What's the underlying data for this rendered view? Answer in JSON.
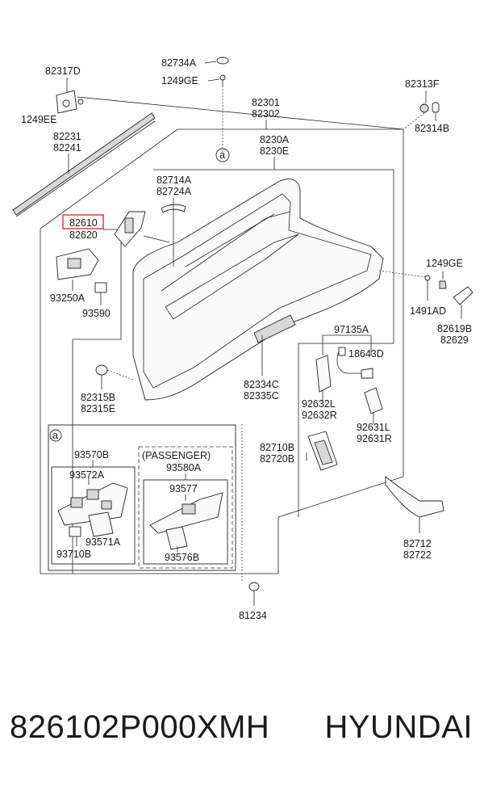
{
  "diagram": {
    "labels": {
      "p82317D": "82317D",
      "p1249EE": "1249EE",
      "p82231": "82231",
      "p82241": "82241",
      "p82734A": "82734A",
      "p1249GE_top": "1249GE",
      "p82301": "82301",
      "p82302": "82302",
      "p82313F": "82313F",
      "p82314B": "82314B",
      "p8230A": "8230A",
      "p8230E": "8230E",
      "p82714A": "82714A",
      "p82724A": "82724A",
      "p82610": "82610",
      "p82620": "82620",
      "p93250A": "93250A",
      "p93590": "93590",
      "p1249GE_right": "1249GE",
      "p1491AD": "1491AD",
      "p82619B": "82619B",
      "p82629": "82629",
      "p97135A": "97135A",
      "p18643D": "18643D",
      "p82315B": "82315B",
      "p82315E": "82315E",
      "p82334C": "82334C",
      "p82335C": "82335C",
      "p92632L": "92632L",
      "p92632R": "92632R",
      "p92631L": "92631L",
      "p92631R": "92631R",
      "p82710B": "82710B",
      "p82720B": "82720B",
      "p82712": "82712",
      "p82722": "82722",
      "p81234": "81234",
      "callout_a_main": "a",
      "callout_a_inset": "a",
      "p93570B": "93570B",
      "passenger": "(PASSENGER)",
      "p93580A": "93580A",
      "p93572A": "93572A",
      "p93571A": "93571A",
      "p93710B": "93710B",
      "p93577": "93577",
      "p93576B": "93576B"
    },
    "highlight_color": "#e02020"
  },
  "footer": {
    "part_number": "826102P000XMH",
    "brand": "HYUNDAI"
  }
}
